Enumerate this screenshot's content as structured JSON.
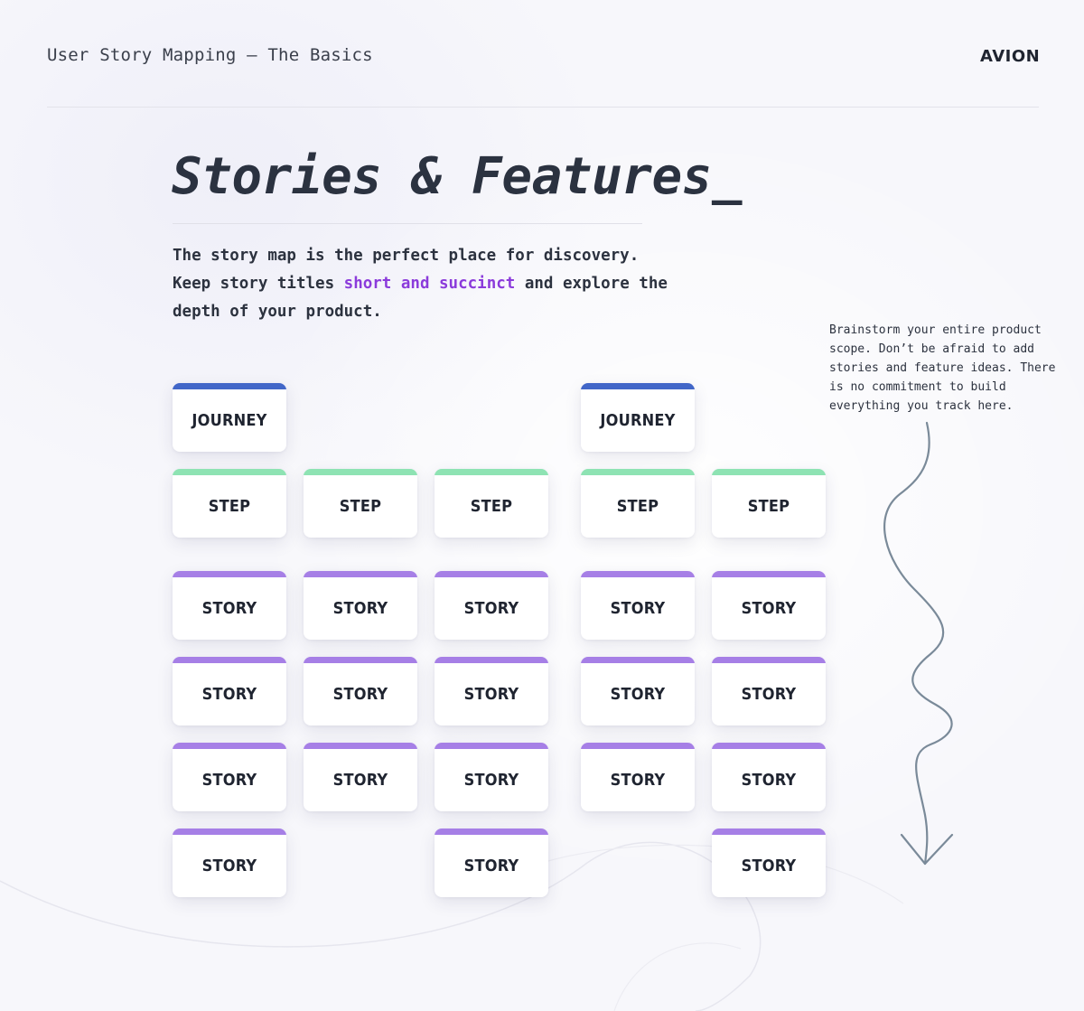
{
  "header": {
    "title": "User Story Mapping – The Basics",
    "logo": "AVION"
  },
  "main": {
    "title": "Stories & Features_",
    "intro": {
      "part1": "The story map is the perfect place for discovery. Keep story titles ",
      "highlight": "short and succinct",
      "part2": " and explore the depth of your product."
    },
    "note": "Brainstorm your entire product scope. Don’t be afraid to add stories and feature ideas. There is no commitment to build everything you track here."
  },
  "colors": {
    "journey": "#4166c8",
    "step": "#8ee3b3",
    "story": "#a67fe6",
    "highlight": "#8b3bdb"
  },
  "map": {
    "journey_label": "JOURNEY",
    "step_label": "STEP",
    "story_label": "STORY"
  }
}
